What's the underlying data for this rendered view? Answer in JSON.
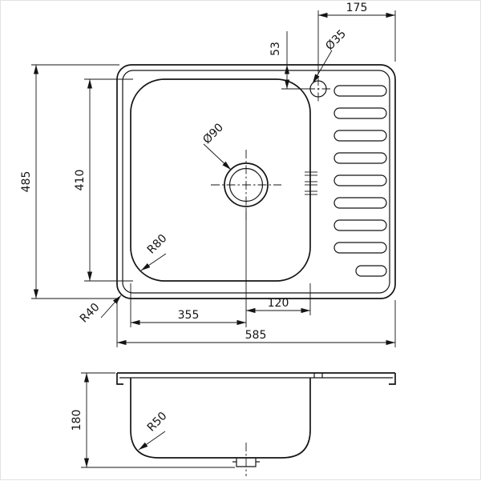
{
  "dimensions": {
    "faucet_to_right_edge": "175",
    "faucet_offset_from_top": "53",
    "faucet_hole_diameter": "Ø35",
    "overall_depth": "485",
    "bowl_inner_depth": "410",
    "drain_diameter": "Ø90",
    "bowl_corner_radius": "R80",
    "outer_corner_radius": "R40",
    "bowl_left_to_drain_center": "355",
    "drain_center_to_bowl_right": "120",
    "overall_width": "585",
    "section_height": "180",
    "bowl_bottom_radius": "R50"
  },
  "line_color": "#141414"
}
